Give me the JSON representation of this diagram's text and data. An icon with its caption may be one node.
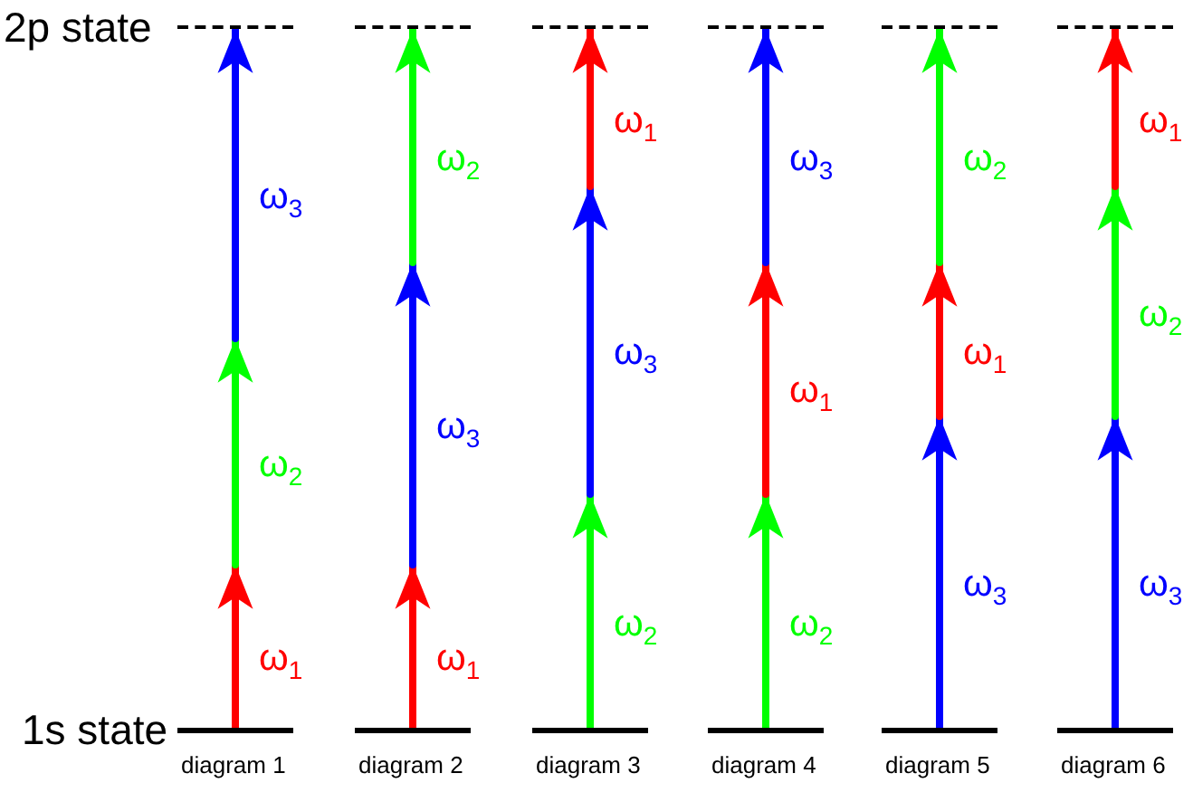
{
  "diagram": {
    "nodes": [
      {
        "text": [],
        "shape": "line"
      },
      {
        "text": [],
        "shape": "point"
      },
      {
        "text": [],
        "shape": "point"
      },
      {
        "text": [],
        "shape": "bar",
        "beside": [
          "diagram 1"
        ]
      },
      {
        "text": [],
        "shape": "line"
      },
      {
        "text": [],
        "shape": "point"
      },
      {
        "text": [],
        "shape": "point"
      },
      {
        "text": [],
        "shape": "bar",
        "beside": [
          "diagram 2"
        ]
      },
      {
        "text": [],
        "shape": "line"
      },
      {
        "text": [],
        "shape": "point"
      },
      {
        "text": [],
        "shape": "point"
      },
      {
        "text": [],
        "shape": "bar",
        "beside": [
          "diagram 3"
        ]
      },
      {
        "text": [],
        "shape": "line"
      },
      {
        "text": [],
        "shape": "point"
      },
      {
        "text": [],
        "shape": "point"
      },
      {
        "text": [],
        "shape": "bar",
        "beside": [
          "diagram 4"
        ]
      },
      {
        "text": [],
        "shape": "line"
      },
      {
        "text": [],
        "shape": "point"
      },
      {
        "text": [],
        "shape": "point"
      },
      {
        "text": [],
        "shape": "bar",
        "beside": [
          "diagram 5"
        ]
      },
      {
        "text": [],
        "shape": "line"
      },
      {
        "text": [],
        "shape": "point"
      },
      {
        "text": [],
        "shape": "point"
      },
      {
        "text": [],
        "shape": "bar",
        "beside": [
          "diagram 6"
        ]
      }
    ],
    "edges": [
      {
        "from": 3,
        "to": 2,
        "arrow": "to",
        "label": "ω$_{1}$",
        "color": "#ff0000"
      },
      {
        "from": 2,
        "to": 1,
        "arrow": "to",
        "label": "ω$_{2}$",
        "color": "#00ff00"
      },
      {
        "from": 1,
        "to": 0,
        "arrow": "to",
        "label": "ω$_{3}$",
        "color": "#0000ff"
      },
      {
        "from": 7,
        "to": 6,
        "arrow": "to",
        "label": "ω$_{1}$",
        "color": "#ff0000"
      },
      {
        "from": 6,
        "to": 5,
        "arrow": "to",
        "label": "ω$_{3}$",
        "color": "#0000ff"
      },
      {
        "from": 5,
        "to": 4,
        "arrow": "to",
        "label": "ω$_{2}$",
        "color": "#00ff00"
      },
      {
        "from": 11,
        "to": 10,
        "arrow": "to",
        "label": "ω$_{2}$",
        "color": "#00ff00"
      },
      {
        "from": 10,
        "to": 9,
        "arrow": "to",
        "label": "ω$_{3}$",
        "color": "#0000ff"
      },
      {
        "from": 9,
        "to": 8,
        "arrow": "to",
        "label": "ω$_{1}$",
        "color": "#ff0000"
      },
      {
        "from": 15,
        "to": 14,
        "arrow": "to",
        "label": "ω$_{2}$",
        "color": "#00ff00"
      },
      {
        "from": 14,
        "to": 13,
        "arrow": "to",
        "label": "ω$_{1}$",
        "color": "#ff0000"
      },
      {
        "from": 13,
        "to": 12,
        "arrow": "to",
        "label": "ω$_{3}$",
        "color": "#0000ff"
      },
      {
        "from": 19,
        "to": 18,
        "arrow": "to",
        "label": "ω$_{3}$",
        "color": "#0000ff"
      },
      {
        "from": 18,
        "to": 17,
        "arrow": "to",
        "label": "ω$_{1}$",
        "color": "#ff0000"
      },
      {
        "from": 17,
        "to": 16,
        "arrow": "to",
        "label": "ω$_{2}$",
        "color": "#00ff00"
      },
      {
        "from": 23,
        "to": 22,
        "arrow": "to",
        "label": "ω$_{3}$",
        "color": "#0000ff"
      },
      {
        "from": 22,
        "to": 21,
        "arrow": "to",
        "label": "ω$_{2}$",
        "color": "#00ff00"
      },
      {
        "from": 21,
        "to": 20,
        "arrow": "to",
        "label": "ω$_{1}$",
        "color": "#ff0000"
      }
    ],
    "labels": [
      "2p state",
      "1s state"
    ]
  }
}
